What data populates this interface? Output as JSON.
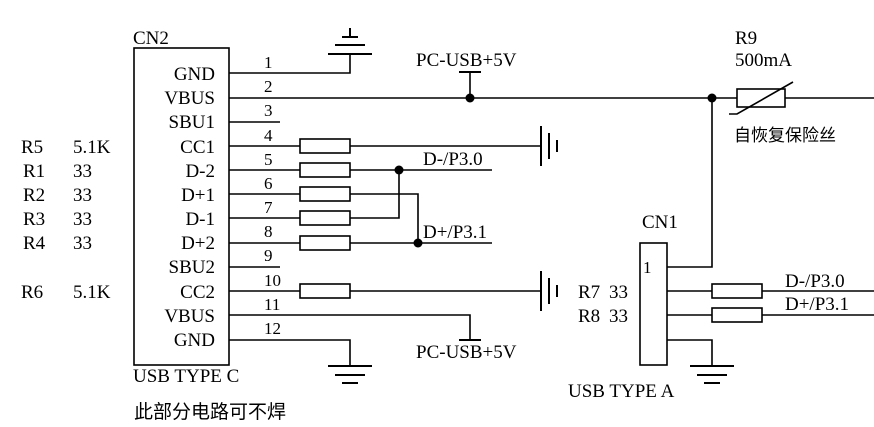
{
  "cn2": {
    "ref": "CN2",
    "type": "USB TYPE C",
    "pins": [
      {
        "num": "1",
        "name": "GND"
      },
      {
        "num": "2",
        "name": "VBUS"
      },
      {
        "num": "3",
        "name": "SBU1"
      },
      {
        "num": "4",
        "name": "CC1"
      },
      {
        "num": "5",
        "name": "D-2"
      },
      {
        "num": "6",
        "name": "D+1"
      },
      {
        "num": "7",
        "name": "D-1"
      },
      {
        "num": "8",
        "name": "D+2"
      },
      {
        "num": "9",
        "name": "SBU2"
      },
      {
        "num": "10",
        "name": "CC2"
      },
      {
        "num": "11",
        "name": "VBUS"
      },
      {
        "num": "12",
        "name": "GND"
      }
    ]
  },
  "resistors_left": [
    {
      "ref": "R5",
      "value": "5.1K"
    },
    {
      "ref": "R1",
      "value": "33"
    },
    {
      "ref": "R2",
      "value": "33"
    },
    {
      "ref": "R3",
      "value": "33"
    },
    {
      "ref": "R4",
      "value": "33"
    },
    {
      "ref": "R6",
      "value": "5.1K"
    }
  ],
  "nets": {
    "vbus_top": "PC-USB+5V",
    "vbus_bottom": "PC-USB+5V",
    "dm_c": "D-/P3.0",
    "dp_c": "D+/P3.1",
    "dm_a": "D-/P3.0",
    "dp_a": "D+/P3.1"
  },
  "fuse": {
    "ref": "R9",
    "value": "500mA",
    "desc": "自恢复保险丝"
  },
  "cn1": {
    "ref": "CN1",
    "type": "USB TYPE A",
    "pin1": "1"
  },
  "r7": {
    "ref": "R7",
    "value": "33"
  },
  "r8": {
    "ref": "R8",
    "value": "33"
  },
  "note": "此部分电路可不焊",
  "colors": {
    "line": "#000000",
    "background": "#ffffff"
  }
}
